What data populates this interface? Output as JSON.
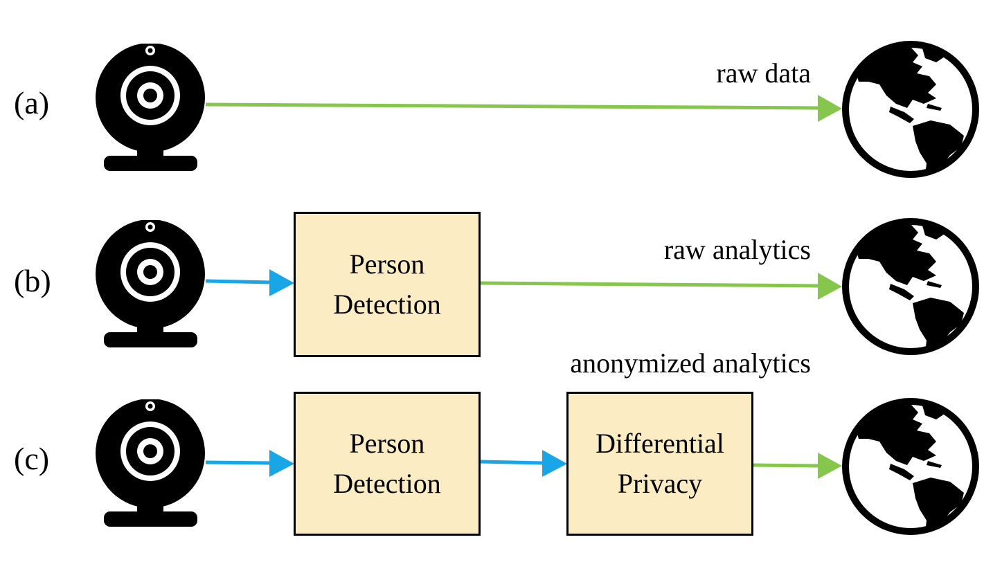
{
  "colors": {
    "green_arrow": "#86c64c",
    "blue_arrow": "#19a6e6",
    "box_fill": "#fbecc3",
    "box_border": "#000000",
    "icon": "#000000"
  },
  "icons": {
    "camera": "webcam-icon",
    "destination": "globe-icon"
  },
  "rows": [
    {
      "label": "(a)",
      "edge_label": "raw data",
      "boxes": []
    },
    {
      "label": "(b)",
      "edge_label": "raw analytics",
      "boxes": [
        {
          "line1": "Person",
          "line2": "Detection"
        }
      ]
    },
    {
      "label": "(c)",
      "edge_label": "anonymized analytics",
      "boxes": [
        {
          "line1": "Person",
          "line2": "Detection"
        },
        {
          "line1": "Differential",
          "line2": "Privacy"
        }
      ]
    }
  ]
}
